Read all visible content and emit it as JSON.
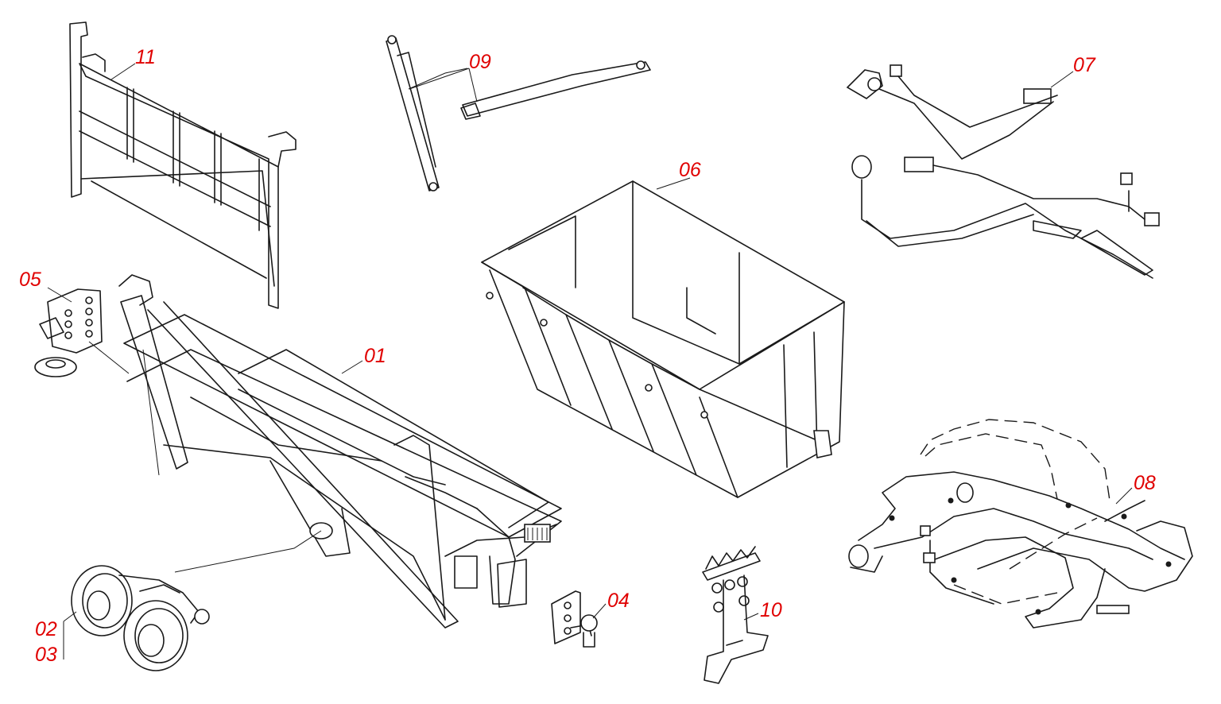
{
  "label_color": "#e00000",
  "line_color": "#1a1a1a",
  "parts": [
    {
      "id": "01",
      "label": "01"
    },
    {
      "id": "02",
      "label": "02"
    },
    {
      "id": "03",
      "label": "03"
    },
    {
      "id": "04",
      "label": "04"
    },
    {
      "id": "05",
      "label": "05"
    },
    {
      "id": "06",
      "label": "06"
    },
    {
      "id": "07",
      "label": "07"
    },
    {
      "id": "08",
      "label": "08"
    },
    {
      "id": "09",
      "label": "09"
    },
    {
      "id": "10",
      "label": "10"
    },
    {
      "id": "11",
      "label": "11"
    }
  ]
}
